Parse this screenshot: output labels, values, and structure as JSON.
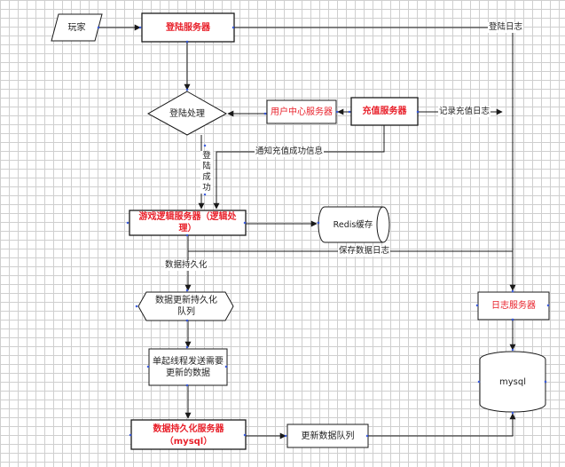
{
  "nodes": {
    "player": "玩家",
    "login_server": "登陆服务器",
    "login_process": "登陆处理",
    "user_center": "用户中心服务器",
    "recharge_server": "充值服务器",
    "game_logic": "游戏逻辑服务器（逻辑处理）",
    "redis": "Redis缓存",
    "update_queue": "数据更新持久化队列",
    "single_thread": "单起线程发送需要更新的数据",
    "persist_server_line1": "数据持久化服务器",
    "persist_server_line2": "（mysql）",
    "update_data_queue": "更新数据队列",
    "log_server": "日志服务器",
    "mysql": "mysql"
  },
  "edges": {
    "login_log": "登陆日志",
    "recharge_log": "记录充值日志",
    "notify_recharge": "通知充值成功信息",
    "login_success": "登陆成功",
    "persist": "数据持久化",
    "save_log": "保存数据日志"
  },
  "colors": {
    "line": "#1a1a1a",
    "red_text": "#e8202a",
    "grid": "#cfcfcf",
    "handle": "#3355dd"
  }
}
